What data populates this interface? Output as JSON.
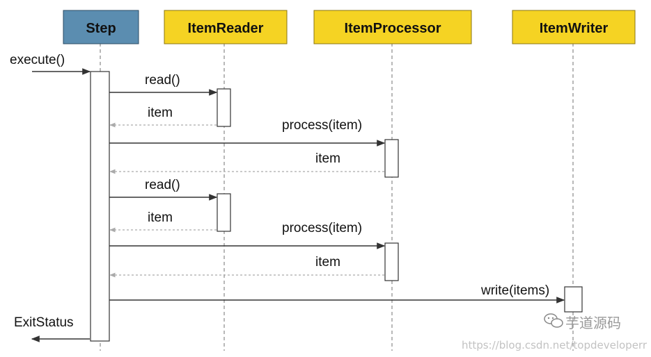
{
  "participants": [
    {
      "id": "step",
      "label": "Step",
      "color": "#5b8db0"
    },
    {
      "id": "reader",
      "label": "ItemReader",
      "color": "#f5d323"
    },
    {
      "id": "processor",
      "label": "ItemProcessor",
      "color": "#f5d323"
    },
    {
      "id": "writer",
      "label": "ItemWriter",
      "color": "#f5d323"
    }
  ],
  "messages": {
    "execute": "execute()",
    "read_1": "read()",
    "item_1": "item",
    "process_1": "process(item)",
    "item_2": "item",
    "read_2": "read()",
    "item_3": "item",
    "process_2": "process(item)",
    "item_4": "item",
    "write": "write(items)",
    "exit_status": "ExitStatus"
  },
  "watermark": {
    "brand": "芋道源码",
    "url": "https://blog.csdn.net/topdeveloperr",
    "icon": "wechat-icon"
  },
  "colors": {
    "line": "#333333",
    "return_line": "#aaaaaa",
    "lifeline": "#888888"
  }
}
